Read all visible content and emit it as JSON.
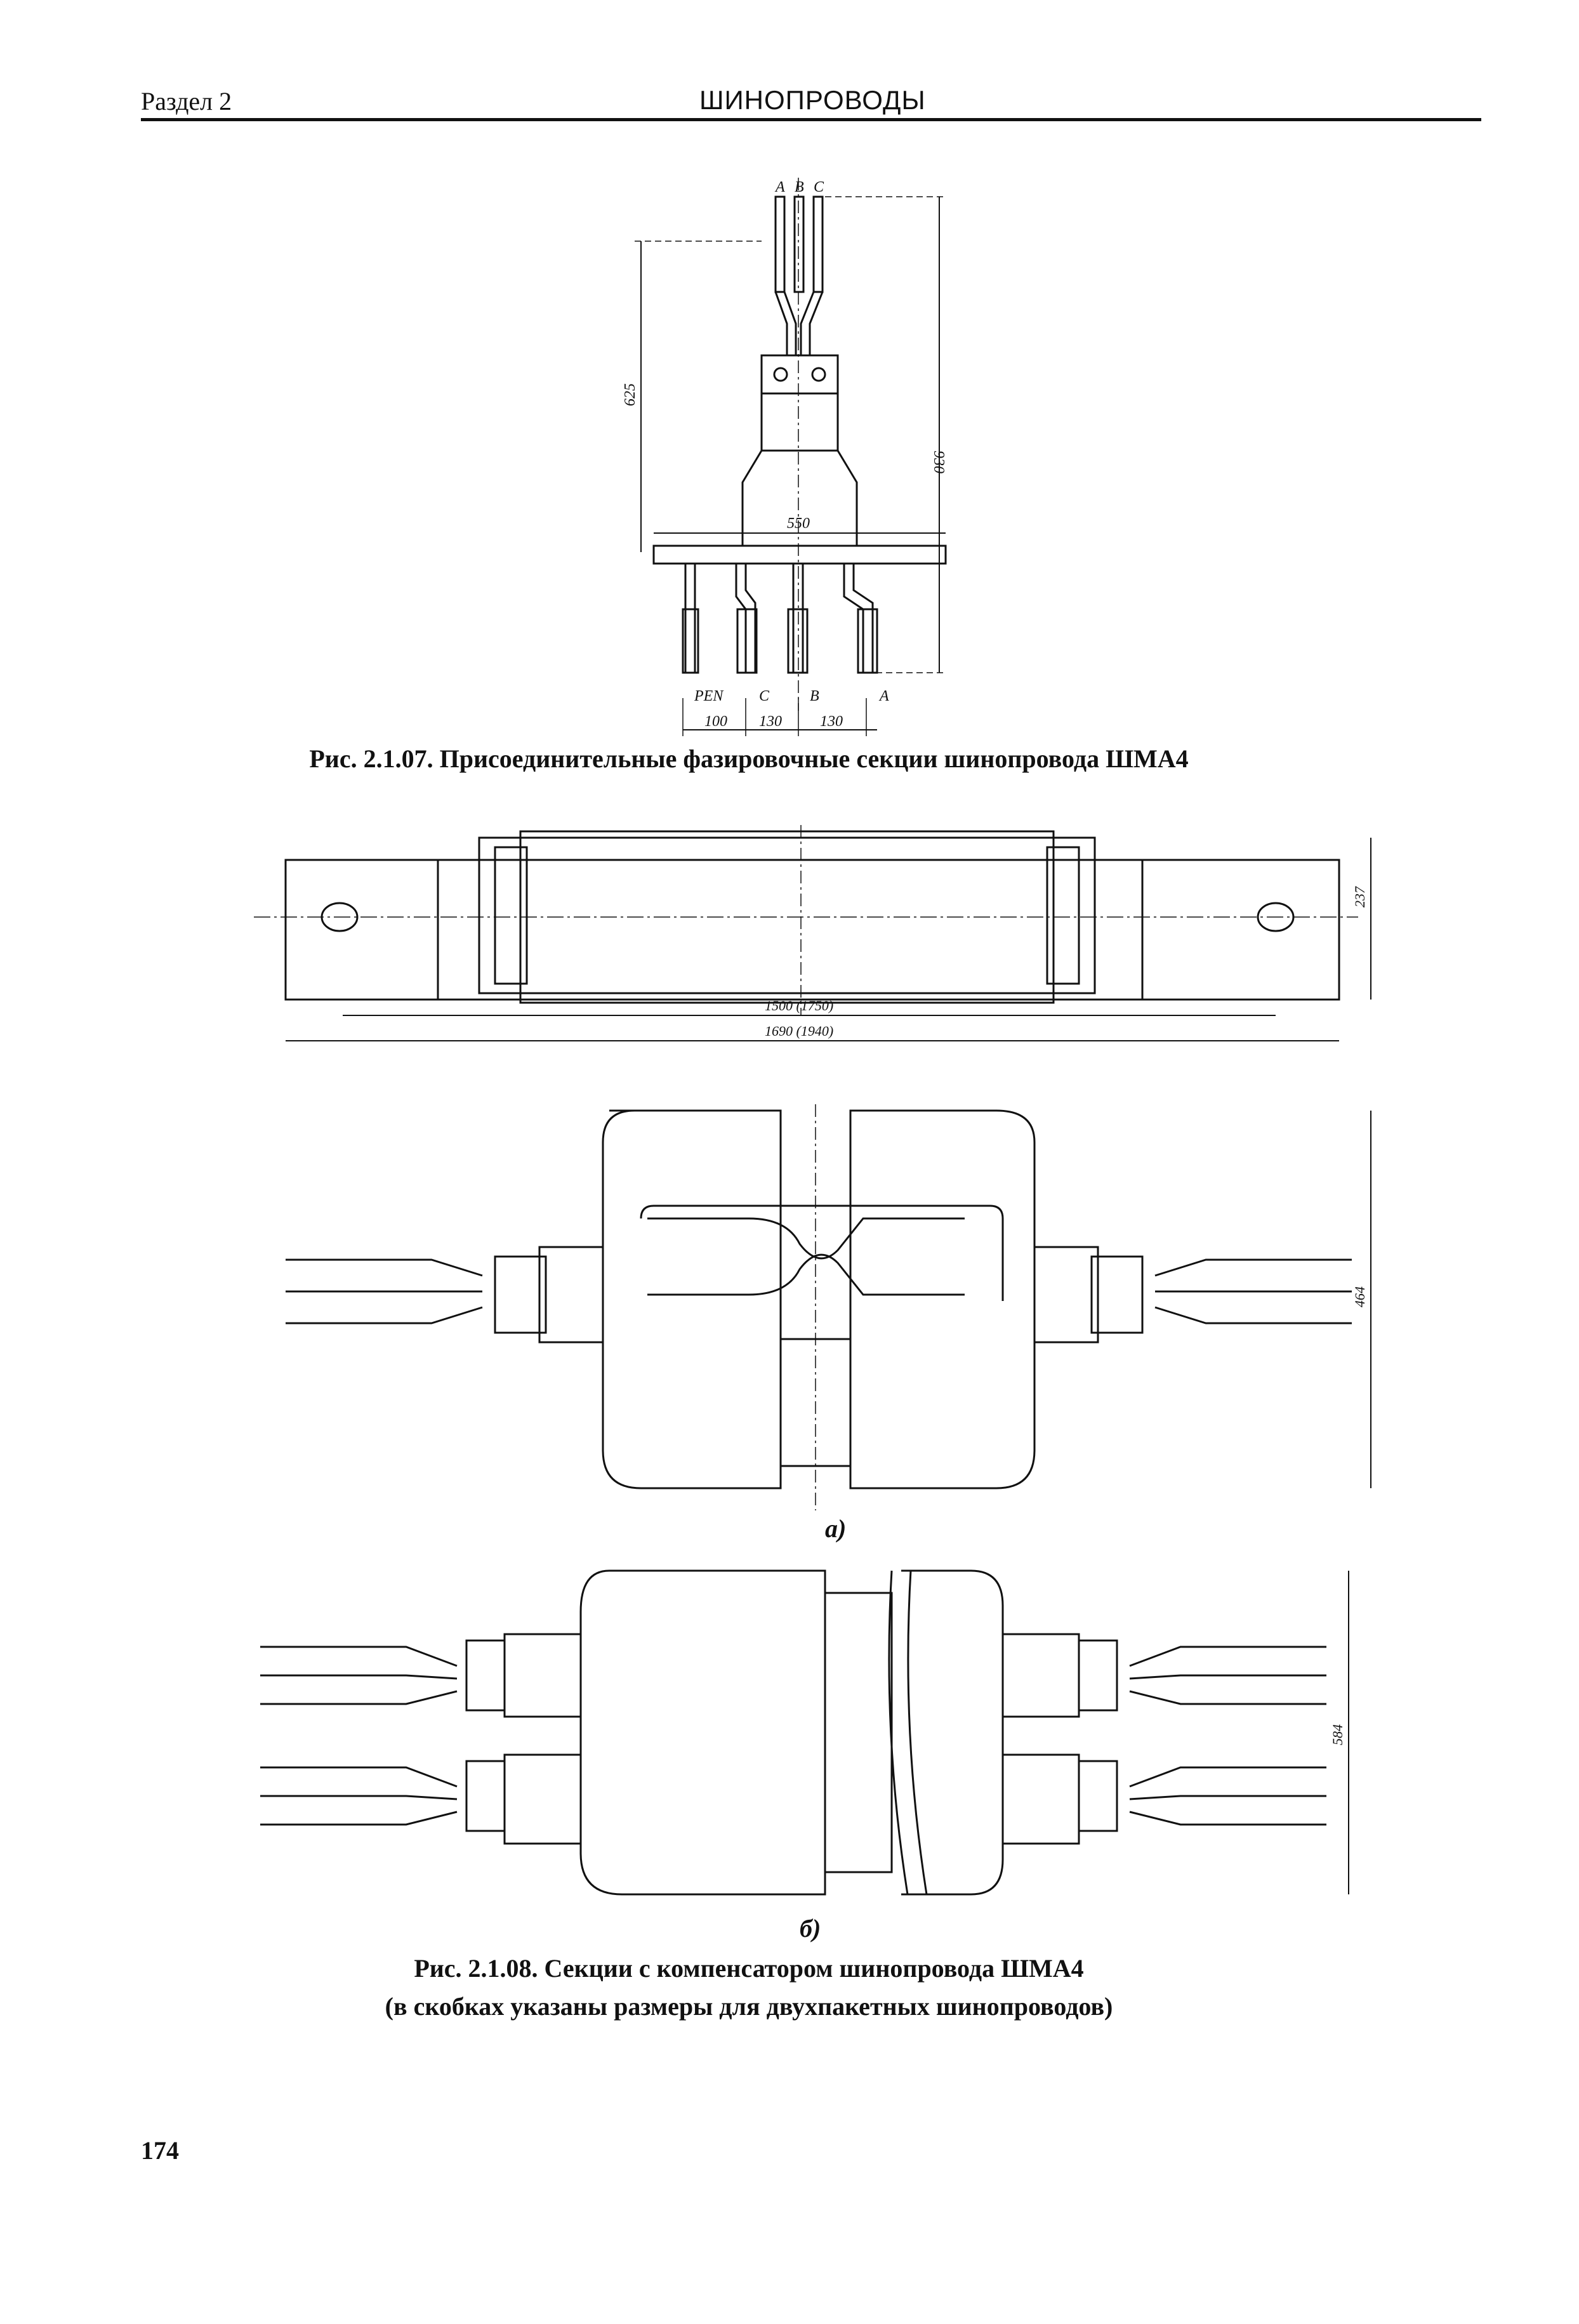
{
  "header": {
    "section": "Раздел 2",
    "title": "ШИНОПРОВОДЫ"
  },
  "figure1": {
    "caption": "Рис. 2.1.07. Присоединительные фазировочные секции шинопровода ШМА4",
    "phase_labels_top": [
      "A",
      "B",
      "C"
    ],
    "phase_labels_bottom": [
      "PEN",
      "C",
      "B",
      "A"
    ],
    "dims": {
      "height_625": "625",
      "height_930": "930",
      "width_550": "550",
      "pitch_100": "100",
      "pitch_130a": "130",
      "pitch_130b": "130"
    }
  },
  "figure2": {
    "dims": {
      "len_inner": "1500 (1750)",
      "len_outer": "1690 (1940)",
      "height_237": "237",
      "height_464": "464",
      "height_584": "584"
    },
    "sub_a": "а)",
    "sub_b": "б)",
    "caption_line1": "Рис. 2.1.08. Секции с компенсатором шинопровода ШМА4",
    "caption_line2": "(в скобках указаны размеры для двухпакетных шинопроводов)"
  },
  "page_number": "174"
}
